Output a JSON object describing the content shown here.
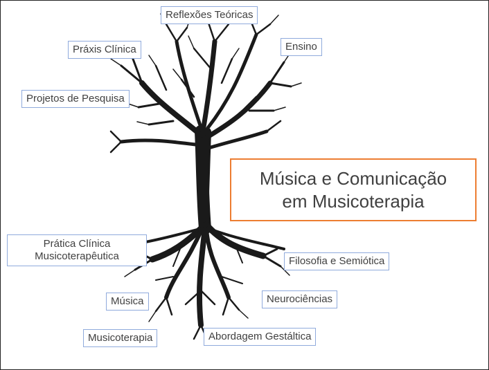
{
  "central_topic": {
    "line1": "Música e Comunicação",
    "line2": "em Musicoterapia"
  },
  "branches": [
    "Reflexões Teóricas",
    "Práxis Clínica",
    "Ensino",
    "Projetos de Pesquisa"
  ],
  "roots": [
    "Prática Clínica",
    "Musicoterapêutica",
    "Filosofia e Semiótica",
    "Música",
    "Neurociências",
    "Musicoterapia",
    "Abordagem Gestáltica"
  ],
  "colors": {
    "tree": "#1a1a1a",
    "label_border": "#8faadc",
    "center_border": "#ed7d31",
    "text": "#404040"
  }
}
